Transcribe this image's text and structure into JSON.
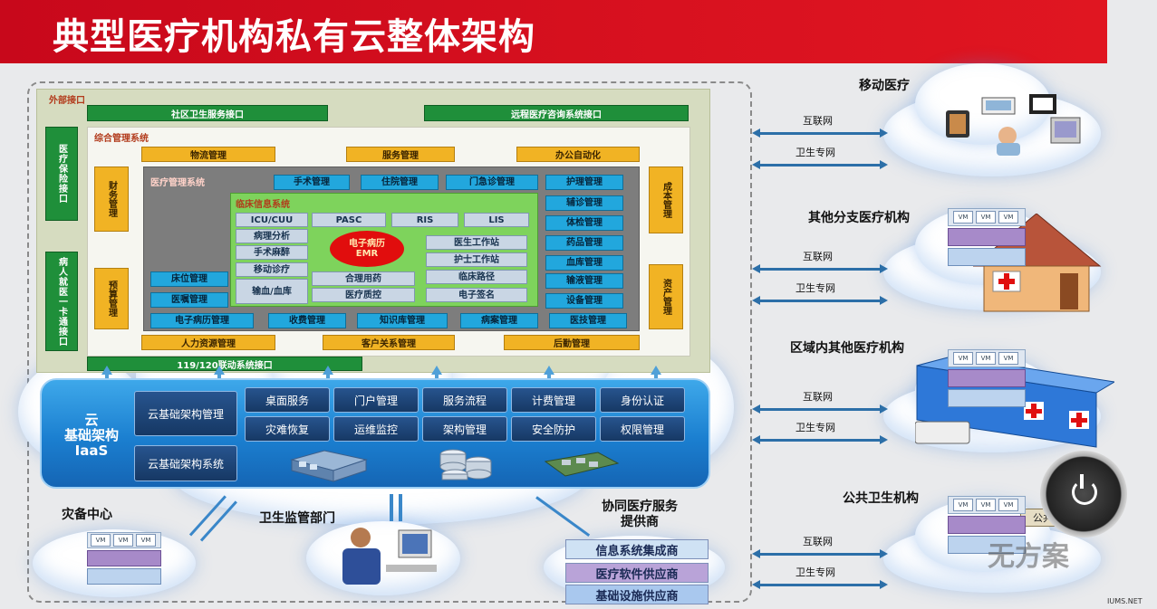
{
  "title": "典型医疗机构私有云整体架构",
  "external": {
    "label": "外部接口",
    "community": "社区卫生服务接口",
    "remote": "远程医疗咨询系统接口",
    "insurance": "医疗保险接口",
    "card": "病人就医一卡通接口",
    "emergency": "119/120联动系统接口"
  },
  "integrated": {
    "label": "综合管理系统",
    "logistics": "物流管理",
    "service": "服务管理",
    "office": "办公自动化",
    "finance": "财务管理",
    "budget": "预算管理",
    "cost": "成本管理",
    "assets": "资产管理",
    "hr": "人力资源管理",
    "crm": "客户关系管理",
    "rear": "后勤管理"
  },
  "medical": {
    "label": "医疗管理系统",
    "surgery": "手术管理",
    "inpatient": "住院管理",
    "outpatient": "门急诊管理",
    "nursing": "护理管理",
    "aux_diag": "辅诊管理",
    "physical": "体检管理",
    "pharmacy": "药品管理",
    "blood": "血库管理",
    "infusion": "输液管理",
    "equipment": "设备管理",
    "bed": "床位管理",
    "orders": "医嘱管理",
    "emr_mgmt": "电子病历管理",
    "billing": "收费管理",
    "knowledge": "知识库管理",
    "records": "病案管理",
    "tech": "医技管理"
  },
  "clinical": {
    "label": "临床信息系统",
    "icu": "ICU/CUU",
    "pasc": "PASC",
    "ris": "RIS",
    "lis": "LIS",
    "pathology": "病理分析",
    "anesthesia": "手术麻醉",
    "mobile": "移动诊疗",
    "transfusion": "输血/血库",
    "emr_line1": "电子病历",
    "emr_line2": "EMR",
    "doctor": "医生工作站",
    "nurse": "护士工作站",
    "pathway": "临床路径",
    "rational": "合理用药",
    "quality": "医疗质控",
    "signature": "电子签名"
  },
  "iaas": {
    "label_line1": "云",
    "label_line2": "基础架构",
    "label_line3": "IaaS",
    "mgmt": "云基础架构管理",
    "system": "云基础架构系统",
    "desktop": "桌面服务",
    "portal": "门户管理",
    "workflow": "服务流程",
    "metering": "计费管理",
    "auth": "身份认证",
    "disaster": "灾难恢复",
    "ops": "运维监控",
    "arch": "架构管理",
    "security": "安全防护",
    "permission": "权限管理"
  },
  "right": {
    "mobile_medical": "移动医疗",
    "branch": "其他分支医疗机构",
    "regional": "区域内其他医疗机构",
    "public_health": "公共卫生机构",
    "internet": "互联网",
    "private_net": "卫生专网",
    "public_sign": "公共卫生"
  },
  "bottom": {
    "disaster_center": "灾备中心",
    "supervision": "卫生监管部门",
    "provider_line1": "协同医疗服务",
    "provider_line2": "提供商",
    "integrator": "信息系统集成商",
    "software": "医疗软件供应商",
    "infrastructure": "基础设施供应商"
  },
  "vm": "VM",
  "watermark": "无方案",
  "footer": "IUMS.NET",
  "colors": {
    "title_red": "#d8111f",
    "green_bar": "#1f8f3a",
    "yellow_box": "#f1b324",
    "cyan_box": "#22a7dd",
    "clinical_green": "#7ed35c",
    "iaas_blue": "#1b7fd0"
  },
  "icons": [
    "building-icon",
    "hospital-icon",
    "server-icon",
    "database-icon",
    "doctor-icon",
    "power-icon"
  ]
}
